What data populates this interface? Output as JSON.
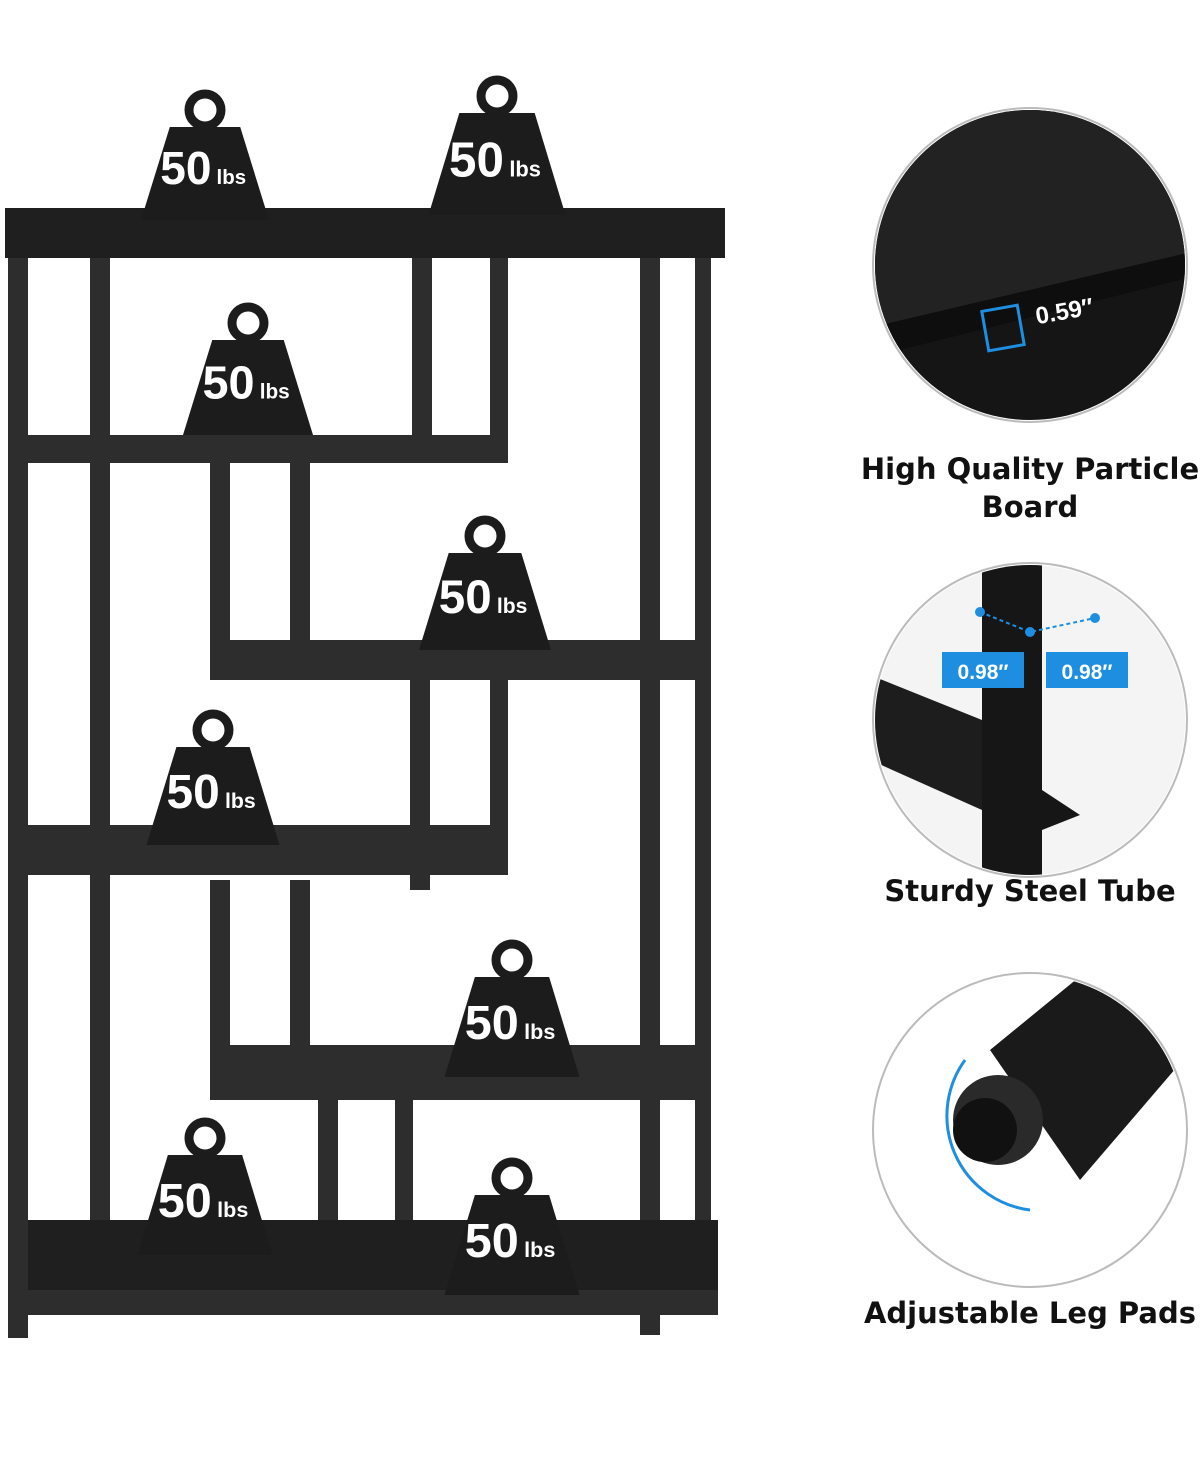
{
  "weights": [
    {
      "value": "50",
      "unit": "lbs"
    },
    {
      "value": "50",
      "unit": "lbs"
    },
    {
      "value": "50",
      "unit": "lbs"
    },
    {
      "value": "50",
      "unit": "lbs"
    },
    {
      "value": "50",
      "unit": "lbs"
    },
    {
      "value": "50",
      "unit": "lbs"
    },
    {
      "value": "50",
      "unit": "lbs"
    },
    {
      "value": "50",
      "unit": "lbs"
    }
  ],
  "features": [
    {
      "label": "High Quality Particle Board",
      "measure": "0.59″"
    },
    {
      "label": "Sturdy Steel Tube",
      "measure_left": "0.98″",
      "measure_right": "0.98″"
    },
    {
      "label": "Adjustable Leg Pads"
    }
  ],
  "colors": {
    "frame": "#2b2b2b",
    "accent": "#1e8fe0",
    "weight": "#1c1c1c"
  }
}
